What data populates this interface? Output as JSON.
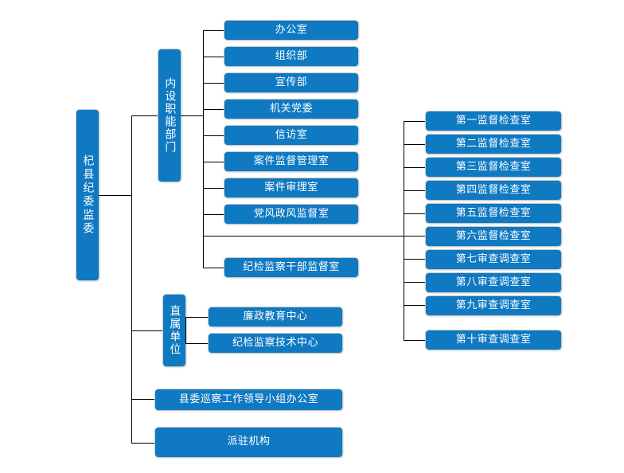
{
  "chart_data": {
    "type": "diagram",
    "diagram_kind": "organization-chart",
    "title": "",
    "orientation": "left-to-right",
    "accent_color": "#0f79c2",
    "text_color": "#ffffff",
    "line_color": "#000000",
    "background": "#ffffff"
  },
  "root": {
    "label": "杞县纪委监委",
    "orientation": "vertical"
  },
  "groups": [
    {
      "id": "internal-functional-departments",
      "label": "内设职能部门",
      "orientation": "vertical",
      "children": [
        {
          "label": "办公室"
        },
        {
          "label": "组织部"
        },
        {
          "label": "宣传部"
        },
        {
          "label": "机关党委"
        },
        {
          "label": "信访室"
        },
        {
          "label": "案件监督管理室"
        },
        {
          "label": "案件审理室"
        },
        {
          "label": "党风政风监督室"
        },
        {
          "label": "纪检监察干部监督室"
        }
      ],
      "linked_column": "supervision-inspection-rooms"
    },
    {
      "id": "directly-affiliated-units",
      "label": "直属单位",
      "orientation": "vertical",
      "children": [
        {
          "label": "廉政教育中心"
        },
        {
          "label": "纪检监察技术中心"
        }
      ]
    }
  ],
  "standalone_nodes": [
    {
      "id": "county-inspection-office",
      "label": "县委巡察工作领导小组办公室"
    },
    {
      "id": "dispatched-agencies",
      "label": "派驻机构"
    }
  ],
  "right_column": {
    "id": "supervision-inspection-rooms",
    "items": [
      {
        "label": "第一监督检查室"
      },
      {
        "label": "第二监督检查室"
      },
      {
        "label": "第三监督检查室"
      },
      {
        "label": "第四监督检查室"
      },
      {
        "label": "第五监督检查室"
      },
      {
        "label": "第六监督检查室"
      },
      {
        "label": "第七审查调查室"
      },
      {
        "label": "第八审查调查室"
      },
      {
        "label": "第九审查调查室"
      },
      {
        "label": "第十审查调查室"
      }
    ]
  }
}
